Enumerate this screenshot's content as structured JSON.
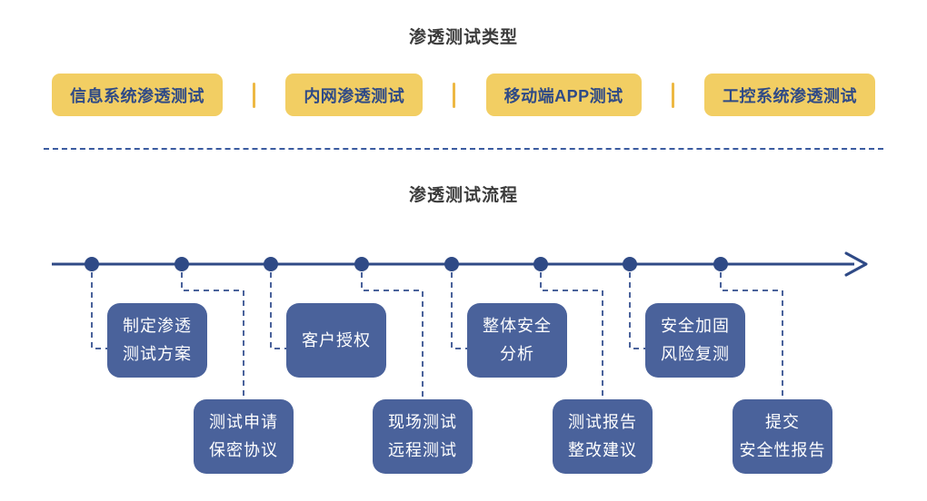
{
  "sections": {
    "types_title": "渗透测试类型",
    "process_title": "渗透测试流程"
  },
  "colors": {
    "badge_bg": "#F2CE63",
    "badge_text": "#2F4A86",
    "badge_separator": "#EDB843",
    "timeline": "#2F4A86",
    "node_bg": "#4A629B",
    "node_text": "#FFFFFF",
    "divider": "#3B5BA0",
    "connector": "#4A629B",
    "page_bg": "#FFFFFF"
  },
  "types": [
    {
      "label": "信息系统渗透测试"
    },
    {
      "label": "内网渗透测试"
    },
    {
      "label": "移动端APP测试"
    },
    {
      "label": "工控系统渗透测试"
    }
  ],
  "flow": {
    "arrow_direction": "right",
    "steps": [
      {
        "index": 1,
        "row": "top",
        "lines": [
          "制定渗透",
          "测试方案"
        ]
      },
      {
        "index": 2,
        "row": "bottom",
        "lines": [
          "测试申请",
          "保密协议"
        ]
      },
      {
        "index": 3,
        "row": "top",
        "lines": [
          "客户授权"
        ]
      },
      {
        "index": 4,
        "row": "bottom",
        "lines": [
          "现场测试",
          "远程测试"
        ]
      },
      {
        "index": 5,
        "row": "top",
        "lines": [
          "整体安全",
          "分析"
        ]
      },
      {
        "index": 6,
        "row": "bottom",
        "lines": [
          "测试报告",
          "整改建议"
        ]
      },
      {
        "index": 7,
        "row": "top",
        "lines": [
          "安全加固",
          "风险复测"
        ]
      },
      {
        "index": 8,
        "row": "bottom",
        "lines": [
          "提交",
          "安全性报告"
        ]
      }
    ]
  }
}
